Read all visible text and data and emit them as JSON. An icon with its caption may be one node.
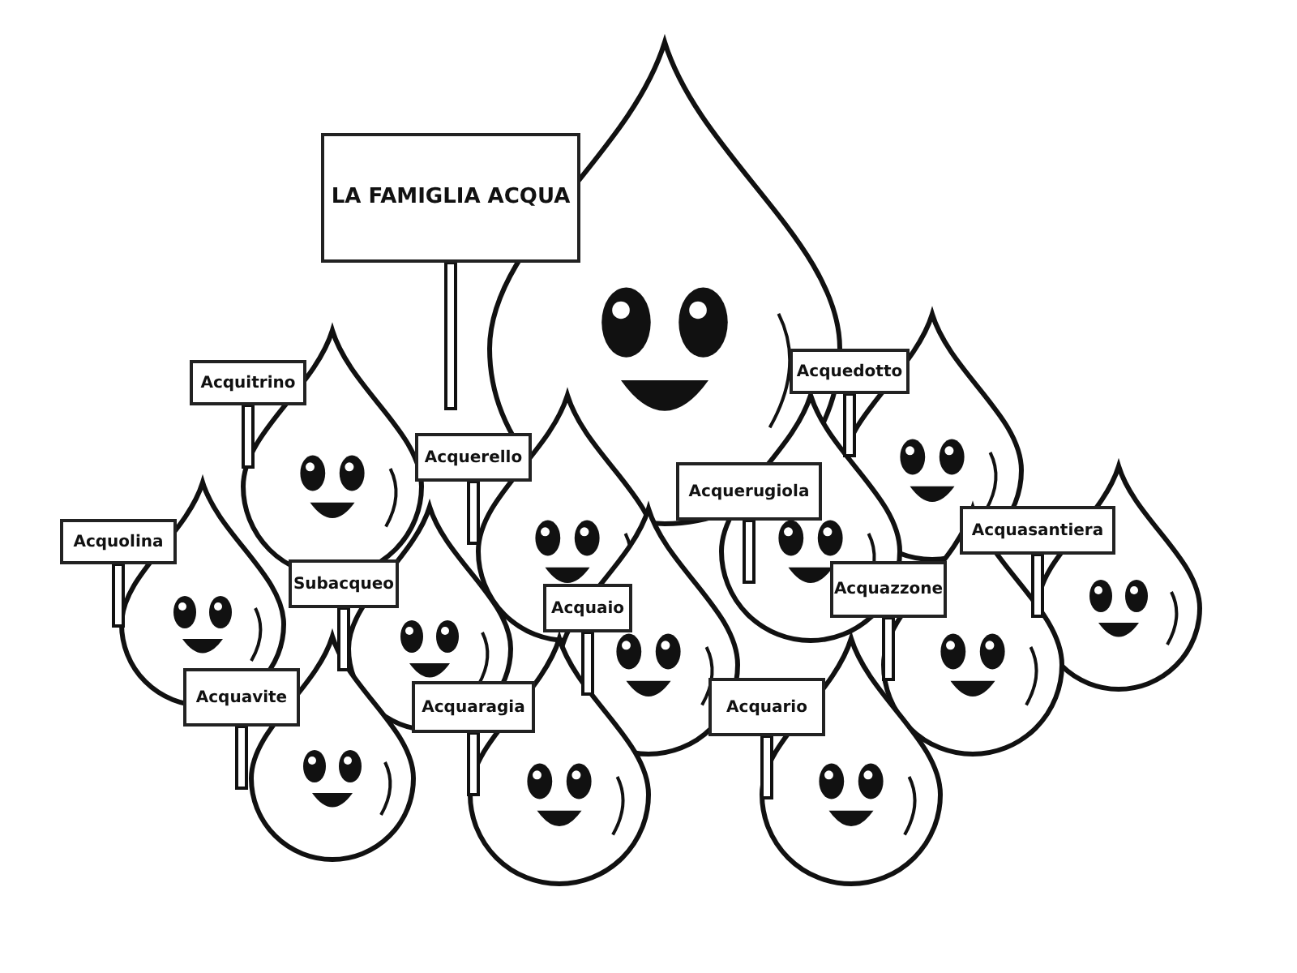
{
  "diagram": {
    "nodes": [
      {
        "text": [
          "LA FAMIGLIA ACQUA"
        ]
      },
      {
        "text": [
          "Acquitrino"
        ]
      },
      {
        "text": [
          "Acquerello"
        ]
      },
      {
        "text": [
          "Acquedotto"
        ]
      },
      {
        "text": [
          "Acquolina"
        ]
      },
      {
        "text": [
          "Acquerugiola"
        ]
      },
      {
        "text": [
          "Acquasantiera"
        ]
      },
      {
        "text": [
          "Subacqueo"
        ]
      },
      {
        "text": [
          "Acquaio"
        ]
      },
      {
        "text": [
          "Acquazzone"
        ]
      },
      {
        "text": [
          "Acquavite"
        ]
      },
      {
        "text": [
          "Acquaragia"
        ]
      },
      {
        "text": [
          "Acquario"
        ]
      }
    ]
  }
}
